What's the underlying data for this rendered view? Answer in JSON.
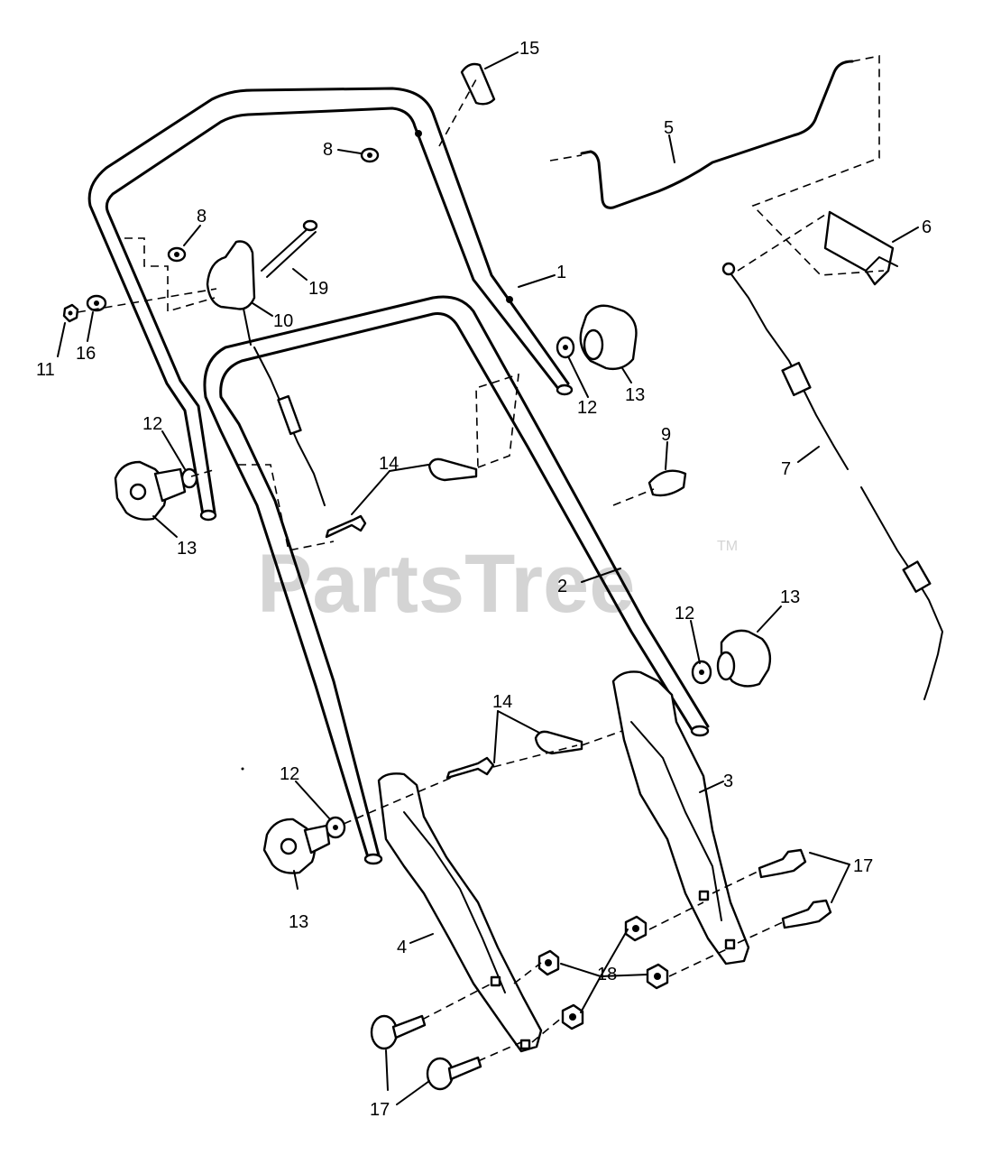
{
  "watermark": {
    "text": "PartsTree",
    "trademark": "TM"
  },
  "callouts": [
    {
      "key": "p15",
      "number": "15"
    },
    {
      "key": "p5",
      "number": "5"
    },
    {
      "key": "p8a",
      "number": "8"
    },
    {
      "key": "p8b",
      "number": "8"
    },
    {
      "key": "p6",
      "number": "6"
    },
    {
      "key": "p1",
      "number": "1"
    },
    {
      "key": "p19",
      "number": "19"
    },
    {
      "key": "p10",
      "number": "10"
    },
    {
      "key": "p11",
      "number": "11"
    },
    {
      "key": "p16",
      "number": "16"
    },
    {
      "key": "p12a",
      "number": "12"
    },
    {
      "key": "p13a",
      "number": "13"
    },
    {
      "key": "p12b",
      "number": "12"
    },
    {
      "key": "p13b",
      "number": "13"
    },
    {
      "key": "p9",
      "number": "9"
    },
    {
      "key": "p14a",
      "number": "14"
    },
    {
      "key": "p7",
      "number": "7"
    },
    {
      "key": "p2",
      "number": "2"
    },
    {
      "key": "p12c",
      "number": "12"
    },
    {
      "key": "p13c",
      "number": "13"
    },
    {
      "key": "p14b",
      "number": "14"
    },
    {
      "key": "p3",
      "number": "3"
    },
    {
      "key": "p12d",
      "number": "12"
    },
    {
      "key": "p13d",
      "number": "13"
    },
    {
      "key": "p17a",
      "number": "17"
    },
    {
      "key": "p4",
      "number": "4"
    },
    {
      "key": "p18",
      "number": "18"
    },
    {
      "key": "p17b",
      "number": "17"
    }
  ]
}
